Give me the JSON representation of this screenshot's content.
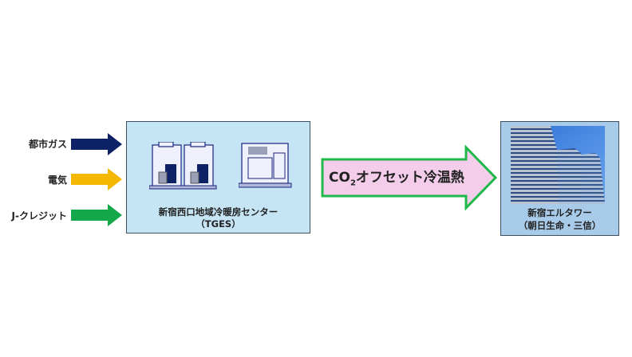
{
  "inputs": [
    {
      "label": "都市ガス",
      "color": "#0d2266"
    },
    {
      "label": "電気",
      "color": "#f5b800"
    },
    {
      "label": "J-クレジット",
      "color": "#14a84a"
    }
  ],
  "plant": {
    "name": "新宿西口地域冷暖房センター",
    "abbr": "（TGES）"
  },
  "flow": {
    "prefix": "CO",
    "sub": "2",
    "suffix": "オフセット冷温熱",
    "fill": "#f3cdea",
    "stroke": "#1fb84a"
  },
  "building": {
    "name": "新宿エルタワー",
    "owner": "（朝日生命・三信）"
  }
}
